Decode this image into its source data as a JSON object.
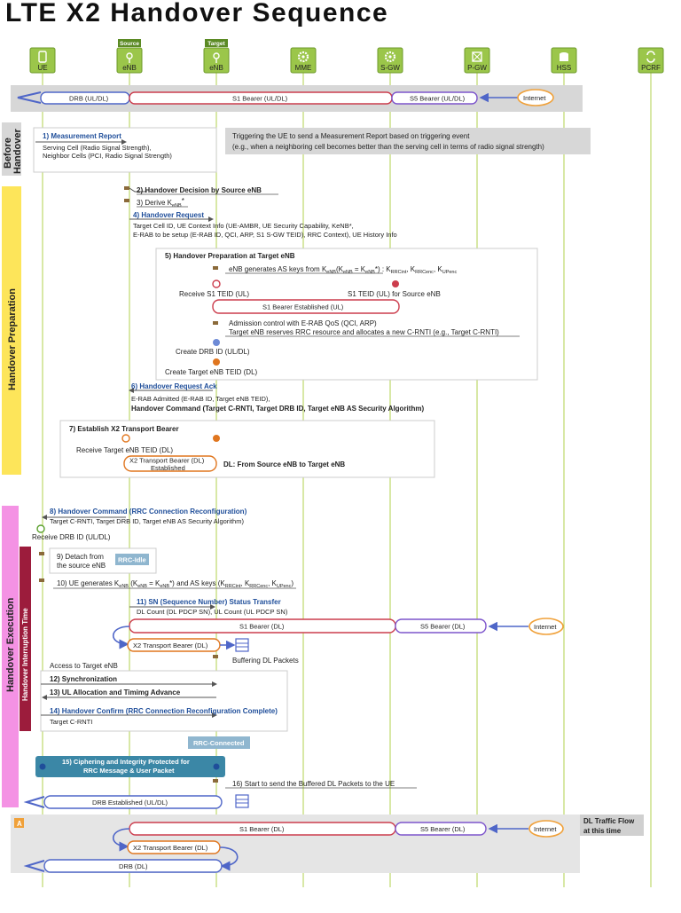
{
  "title": "LTE X2 Handover Sequence",
  "nodes": [
    {
      "key": "ue",
      "label": "UE",
      "icon": "phone-icon"
    },
    {
      "key": "senb",
      "label": "eNB",
      "badge": "Source",
      "icon": "antenna-icon"
    },
    {
      "key": "tenb",
      "label": "eNB",
      "badge": "Target",
      "icon": "antenna-icon"
    },
    {
      "key": "mme",
      "label": "MME",
      "icon": "gear-icon"
    },
    {
      "key": "sgw",
      "label": "S-GW",
      "icon": "gear-icon"
    },
    {
      "key": "pgw",
      "label": "P-GW",
      "icon": "network-icon"
    },
    {
      "key": "hss",
      "label": "HSS",
      "icon": "database-icon"
    },
    {
      "key": "pcrf",
      "label": "PCRF",
      "icon": "policy-icon"
    }
  ],
  "phases": {
    "before": [
      "Before",
      "Handover"
    ],
    "preparation": "Handover Preparation",
    "execution": "Handover Execution",
    "interruption": "Handover Interruption Time"
  },
  "top_bearers": {
    "drb": "DRB (UL/DL)",
    "s1": "S1 Bearer (UL/DL)",
    "s5": "S5 Bearer (UL/DL)",
    "internet": "Internet"
  },
  "before": {
    "step": "1) Measurement Report",
    "lines": [
      "Serving Cell (Radio Signal Strength),",
      "Neighbor Cells (PCI, Radio Signal Strength)"
    ],
    "note": [
      "Triggering the UE to send a Measurement Report based on triggering event",
      "(e.g., when a neighboring cell becomes better than the serving cell in terms of radio signal strength)"
    ]
  },
  "prep": {
    "s2": "2) Handover Decision by Source eNB",
    "s3": "3) Derive K",
    "s3_sub": "eNB",
    "s3_sup": "*",
    "s4": "4) Handover Request",
    "s4_lines": [
      "Target Cell ID, UE Context Info (UE-AMBR, UE Security Capability, KeNB*,",
      "E-RAB to be setup (E-RAB ID, QCI, ARP, S1 S-GW TEID), RRC Context), UE History Info"
    ],
    "s5": "5) Handover Preparation at Target eNB",
    "s5_keys": "eNB generates AS keys from K",
    "s5_keys_rest": "(K",
    "s5_keys_eq": " = K",
    "s5_keys_star": "*) : K",
    "s5_keys_tail": ", K",
    "s5_keys_tail2": ", K",
    "s5_sub": [
      "eNB",
      "eNB",
      "eNB",
      "RRCint",
      "RRCenc",
      "UPenc"
    ],
    "recv_s1": "Receive S1 TEID (UL)",
    "s1_src": "S1 TEID (UL) for Source eNB",
    "s1_est": "S1 Bearer Established (UL)",
    "admission": [
      "Admission control with E-RAB QoS (QCI, ARP)",
      "Target eNB reserves RRC resource and allocates a new C-RNTI (e.g., Target C-RNTI)"
    ],
    "create_drb": "Create DRB ID (UL/DL)",
    "create_teid": "Create Target eNB TEID (DL)",
    "s6": "6) Handover Request Ack",
    "s6_lines": [
      "E-RAB Admitted (E-RAB ID, Target eNB TEID),",
      "Handover Command (Target C-RNTI, Target DRB ID, Target eNB AS Security Algorithm)"
    ],
    "s7": "7) Establish X2 Transport Bearer",
    "s7_recv": "Receive Target eNB TEID (DL)",
    "x2_bearer": [
      "X2 Transport Bearer (DL)",
      "Established"
    ],
    "x2_dl": "DL: From Source eNB to Target eNB"
  },
  "exec": {
    "s8": "8) Handover Command (RRC Connection Reconfiguration)",
    "s8_line": "Target C-RNTI, Target DRB ID, Target eNB AS Security Algorithm)",
    "recv_drb": "Receive DRB ID (UL/DL)",
    "s9": [
      "9) Detach from",
      "the source eNB"
    ],
    "rrc_idle": "RRC-Idle",
    "s10": "10) UE generates K",
    "s10_parts": [
      "eNB",
      " (K",
      "eNB",
      " = K",
      "eNB",
      "*) and AS keys (K",
      "RRCint",
      ", K",
      "RRCenc",
      ", K",
      "UPenc",
      ")"
    ],
    "s11": "11) SN (Sequence Number) Status Transfer",
    "s11_line": "DL Count (DL PDCP SN), UL Count (UL PDCP SN)",
    "s1_dl": "S1 Bearer (DL)",
    "s5_dl": "S5 Bearer (DL)",
    "internet": "Internet",
    "x2_dl": "X2 Transport Bearer (DL)",
    "buffering": "Buffering DL Packets",
    "access": "Access to Target eNB",
    "s12": "12) Synchronization",
    "s13": "13) UL Allocation and Timimg Advance",
    "s14": "14) Handover Confirm (RRC Connection Reconfiguration Complete)",
    "s14_line": "Target C-RNTI",
    "rrc_connected": "RRC-Connected",
    "s15": [
      "15) Ciphering and Integrity Protected for",
      "RRC Message & User Packet"
    ],
    "s16": "16) Start to send the Buffered DL Packets to the UE",
    "drb_est": "DRB Established (UL/DL)"
  },
  "bottom": {
    "s1_dl": "S1 Bearer (DL)",
    "s5_dl": "S5 Bearer (DL)",
    "internet": "Internet",
    "x2_dl": "X2 Transport Bearer (DL)",
    "drb_dl": "DRB (DL)",
    "note": [
      "DL Traffic Flow",
      "at this time"
    ],
    "marker": "A"
  },
  "colors": {
    "lifeline": "#b9d65d",
    "before_bg": "#d7d7d7",
    "prep": "#fde55a",
    "exec": "#f492e4",
    "interrupt": "#9c1c3c",
    "drb": "#4f66c8",
    "s1": "#cc3d4d",
    "s5": "#7d55cc",
    "internet": "#f0a13a",
    "x2": "#e0761f",
    "rrc": "#8fb6cf",
    "cipher": "#3b87a6",
    "bottom_bg": "#e5e5e5"
  }
}
